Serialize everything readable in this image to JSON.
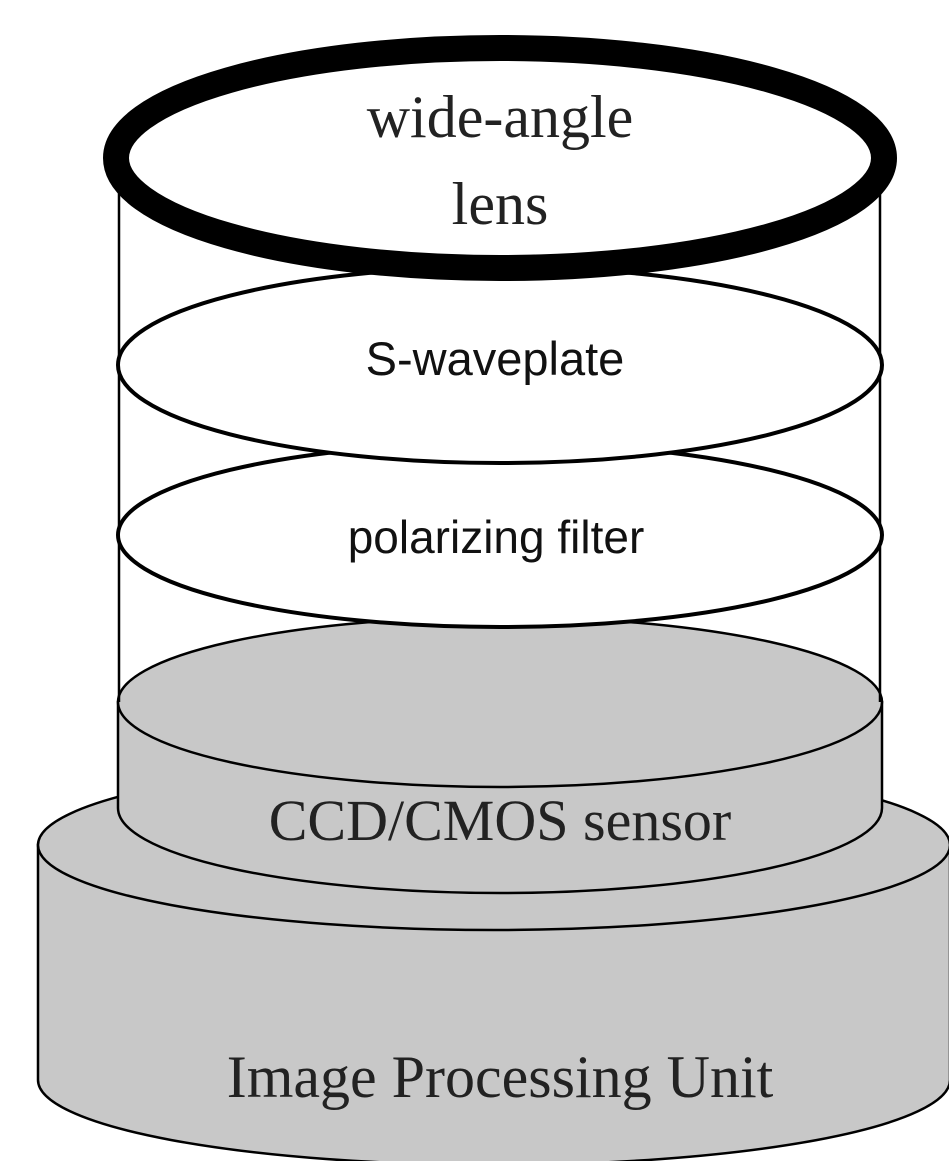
{
  "diagram": {
    "layers": {
      "lens": {
        "label_line1": "wide-angle",
        "label_line2": "lens"
      },
      "waveplate": {
        "label": "S-waveplate"
      },
      "polarizer": {
        "label": "polarizing filter"
      },
      "sensor": {
        "label": "CCD/CMOS sensor"
      },
      "processing": {
        "label": "Image Processing Unit"
      }
    },
    "colors": {
      "stroke": "#000000",
      "cylinder_fill": "#c8c8c8",
      "disc_fill": "#ffffff",
      "background": "#ffffff"
    }
  }
}
